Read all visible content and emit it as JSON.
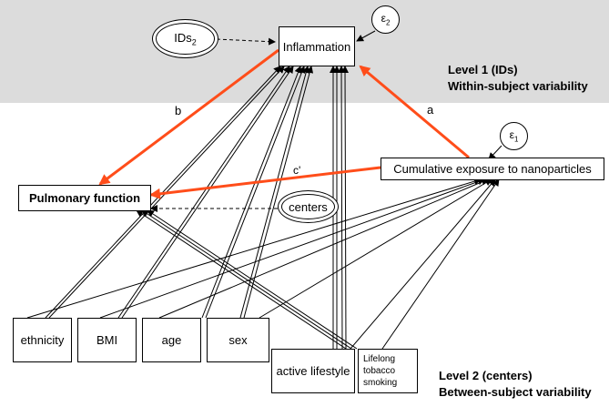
{
  "diagram": {
    "nodes": {
      "inflammation": "Inflammation",
      "ids2": "IDs",
      "ids2_sub": "2",
      "epsilon2": "ε",
      "epsilon2_sub": "2",
      "epsilon1": "ε",
      "epsilon1_sub": "1",
      "cumulative_exposure": "Cumulative exposure to nanoparticles",
      "pulmonary_function": "Pulmonary function",
      "centers": "centers",
      "ethnicity": "ethnicity",
      "bmi": "BMI",
      "age": "age",
      "sex": "sex",
      "active_lifestyle": "active lifestyle",
      "lifelong_tobacco_smoking": "Lifelong tobacco smoking"
    },
    "paths": {
      "a": "a",
      "b": "b",
      "c_prime": "c'"
    },
    "levels": {
      "level1_title": "Level 1 (IDs)",
      "level1_desc": "Within-subject variability",
      "level2_title": "Level 2 (centers)",
      "level2_desc": "Between-subject variability"
    },
    "colors": {
      "mediation_path": "#ff4d1a",
      "level1_band": "#dcdcdc"
    }
  }
}
